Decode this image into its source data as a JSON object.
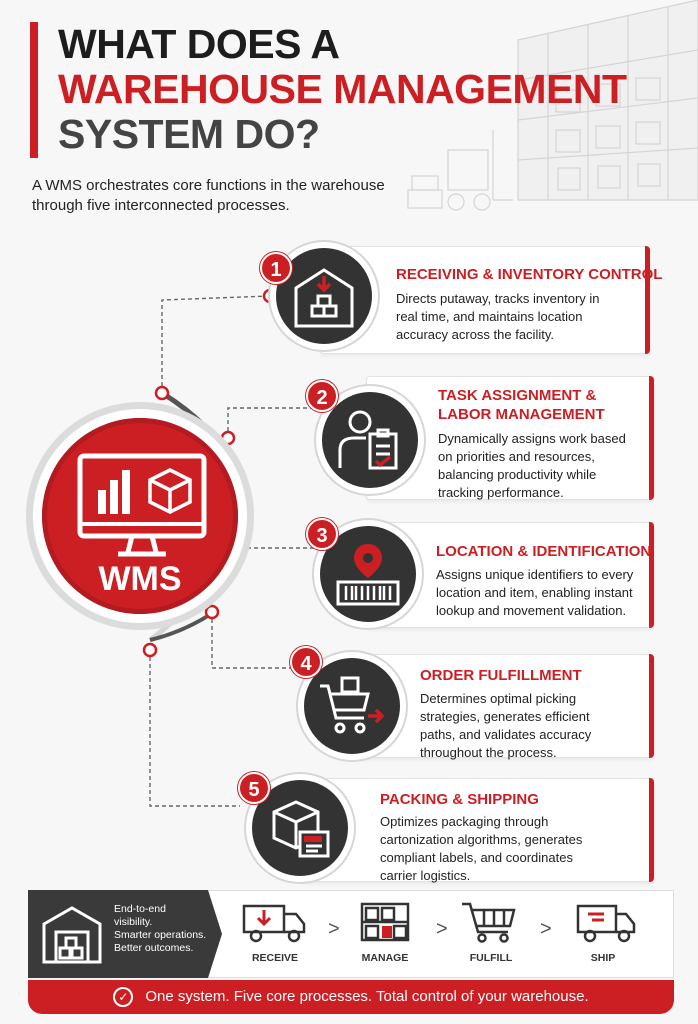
{
  "header": {
    "title_line1": "WHAT DOES A",
    "title_line2": "WAREHOUSE MANAGEMENT",
    "title_line3": "SYSTEM DO?",
    "intro_line1": "A WMS orchestrates core functions in the warehouse",
    "intro_line2": "through five interconnected processes."
  },
  "hub": {
    "label": "WMS"
  },
  "steps": [
    {
      "number": "1",
      "title": "RECEIVING & INVENTORY CONTROL",
      "title2": "",
      "desc": [
        "Directs putaway, tracks inventory in",
        "real time, and maintains location",
        "accuracy across the facility."
      ],
      "icon": "warehouse-receiving-icon"
    },
    {
      "number": "2",
      "title": "TASK ASSIGNMENT &",
      "title2": "LABOR MANAGEMENT",
      "desc": [
        "Dynamically assigns work based",
        "on priorities and resources,",
        "balancing productivity while",
        "tracking performance."
      ],
      "icon": "worker-checklist-icon"
    },
    {
      "number": "3",
      "title": "LOCATION & IDENTIFICATION",
      "title2": "",
      "desc": [
        "Assigns unique identifiers to every",
        "location and item, enabling instant",
        "lookup and movement validation."
      ],
      "icon": "barcode-location-icon"
    },
    {
      "number": "4",
      "title": "ORDER FULFILLMENT",
      "title2": "",
      "desc": [
        "Determines optimal picking",
        "strategies, generates efficient",
        "paths, and validates accuracy",
        "throughout the process."
      ],
      "icon": "cart-icon"
    },
    {
      "number": "5",
      "title": "PACKING & SHIPPING",
      "title2": "",
      "desc": [
        "Optimizes packaging through",
        "cartonization algorithms, generates",
        "compliant labels, and coordinates",
        "carrier logistics."
      ],
      "icon": "package-label-icon"
    }
  ],
  "flow": {
    "summary": [
      "End-to-end",
      "visibility.",
      "Smarter operations.",
      "Better outcomes."
    ],
    "steps": [
      "RECEIVE",
      "MANAGE",
      "FULFILL",
      "SHIP"
    ],
    "separator": ">"
  },
  "footer": {
    "text": "One system. Five core processes. Total control of your warehouse.",
    "check": "✓"
  },
  "colors": {
    "accent": "#cc1f24",
    "dark": "#333333",
    "background": "#f7f7f7"
  }
}
